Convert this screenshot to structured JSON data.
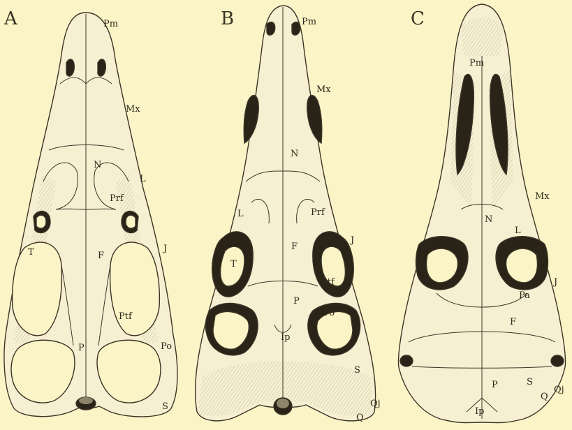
{
  "figure": {
    "background": "#fbf4c6",
    "ink": "#3b3427",
    "bone_fill": "#f6efd2",
    "shadow": "#cfc7a6",
    "dark": "#2a2418"
  },
  "panels": [
    {
      "letter": "A",
      "labels": [
        "Pm",
        "Mx",
        "N",
        "L",
        "Prf",
        "T",
        "F",
        "J",
        "Ptf",
        "P",
        "Po",
        "S"
      ]
    },
    {
      "letter": "B",
      "labels": [
        "Pm",
        "Mx",
        "N",
        "L",
        "Prf",
        "J",
        "T",
        "F",
        "Ptf",
        "P",
        "Po",
        "Ip",
        "S",
        "Qj",
        "Q"
      ]
    },
    {
      "letter": "C",
      "labels": [
        "Pm",
        "Mx",
        "N",
        "L",
        "J",
        "Pa",
        "F",
        "S",
        "Qj",
        "Q",
        "P",
        "Ip"
      ]
    }
  ]
}
